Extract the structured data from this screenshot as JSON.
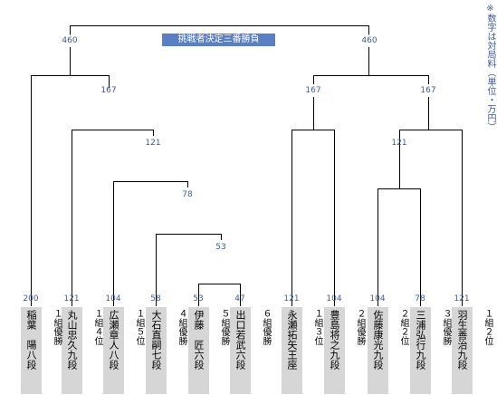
{
  "title": "挑戦者決定三番勝負",
  "note": "※数字は対局料（単位・万円）",
  "final_left": "460",
  "final_right": "460",
  "left_bracket": {
    "r4": "167",
    "r3": "121",
    "r2": "78",
    "r1": "53"
  },
  "right_bracket": {
    "r2_left": "167",
    "r2_right": "167",
    "r1": "121"
  },
  "players": [
    {
      "name": "稲葉　陽八段",
      "rank": "１組優勝",
      "fee": "200"
    },
    {
      "name": "丸山忠久九段",
      "rank": "１組４位",
      "fee": "121"
    },
    {
      "name": "広瀬章人八段",
      "rank": "１組５位",
      "fee": "104"
    },
    {
      "name": "大石直嗣七段",
      "rank": "４組優勝",
      "fee": "58"
    },
    {
      "name": "伊藤　匠六段",
      "rank": "５組優勝",
      "fee": "53"
    },
    {
      "name": "出口若武六段",
      "rank": "６組優勝",
      "fee": "47"
    },
    {
      "name": "永瀬拓矢王座",
      "rank": "１組３位",
      "fee": "121"
    },
    {
      "name": "豊島将之九段",
      "rank": "２組優勝",
      "fee": "104"
    },
    {
      "name": "佐藤康光九段",
      "rank": "２組２位",
      "fee": "104"
    },
    {
      "name": "三浦弘行九段",
      "rank": "３組優勝",
      "fee": "78"
    },
    {
      "name": "羽生善治九段",
      "rank": "１組２位",
      "fee": "121"
    }
  ]
}
